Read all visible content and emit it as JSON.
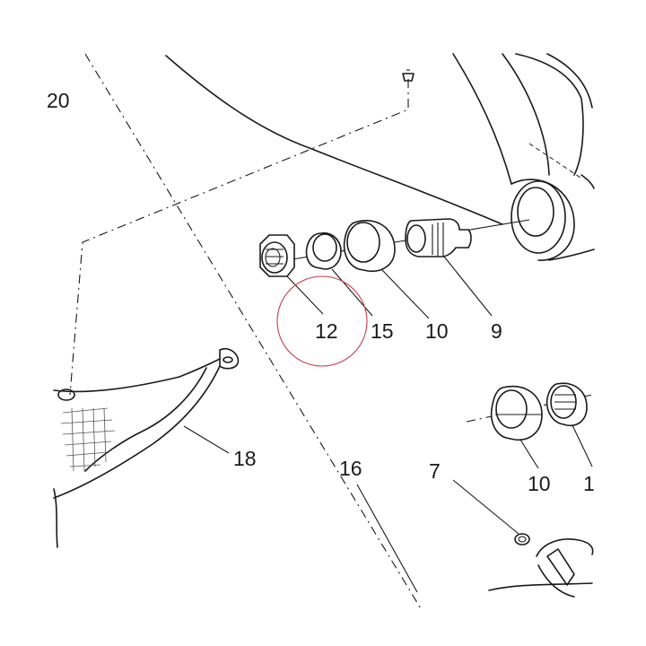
{
  "diagram": {
    "callouts": {
      "c20": "20",
      "c12": "12",
      "c15": "15",
      "c10a": "10",
      "c9": "9",
      "c18": "18",
      "c16": "16",
      "c7": "7",
      "c10b": "10",
      "c1": "1"
    },
    "highlight_color": "#c83a46",
    "line_color": "#1a1a1a"
  }
}
